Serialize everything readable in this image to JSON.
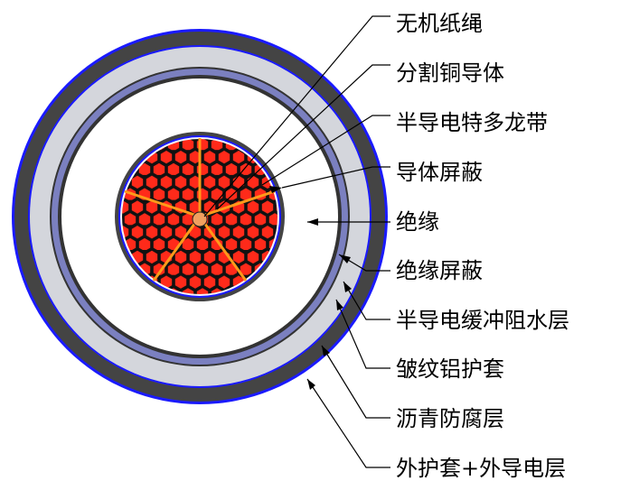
{
  "title": "Cable cross-section diagram",
  "colors": {
    "outer_blue": "#1a1aff",
    "outer_sheath": "#444444",
    "asphalt_layer": "#d4d6dc",
    "aluminum_sheath": "#7b80c0",
    "conductor": "#ff2a1a",
    "separator": "#ff9a1a"
  },
  "labels": [
    "无机纸绳",
    "分割铜导体",
    "半导电特多龙带",
    "导体屏蔽",
    "绝缘",
    "绝缘屏蔽",
    "半导电缓冲阻水层",
    "皱纹铝护套",
    "沥青防腐层",
    "外护套+外导电层"
  ]
}
